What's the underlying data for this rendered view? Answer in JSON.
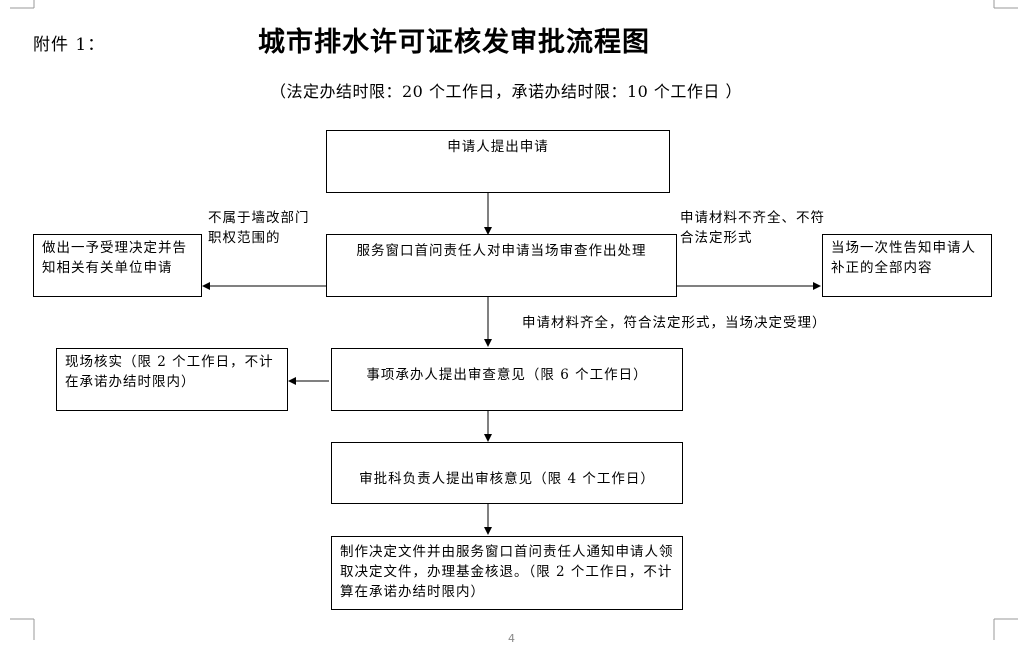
{
  "header": {
    "attachment_label": "附件 1：",
    "title": "城市排水许可证核发审批流程图",
    "subtitle": "（法定办结时限：20 个工作日，承诺办结时限：10 个工作日 ）"
  },
  "nodes": {
    "apply": "申请人提出申请",
    "window_review": "服务窗口首问责任人对申请当场审查作出处理",
    "reject": "做出一予受理决定并告知相关有关单位申请",
    "supplement": "当场一次性告知申请人补正的全部内容",
    "site_check": "现场核实（限 2 个工作日，不计在承诺办结时限内）",
    "handler_opinion": "事项承办人提出审查意见（限 6 个工作日）",
    "section_chief": "审批科负责人提出审核意见（限 4 个工作日）",
    "decision": "制作决定文件并由服务窗口首问责任人通知申请人领取决定文件，办理基金核退。（限 2 个工作日，不计算在承诺办结时限内）"
  },
  "edge_labels": {
    "not_in_scope": "不属于墙改部门职权范围的",
    "incomplete": "申请材料不齐全、不符合法定形式",
    "accepted": "申请材料齐全，符合法定形式，当场决定受理）"
  },
  "footer": {
    "page_number": "4"
  }
}
